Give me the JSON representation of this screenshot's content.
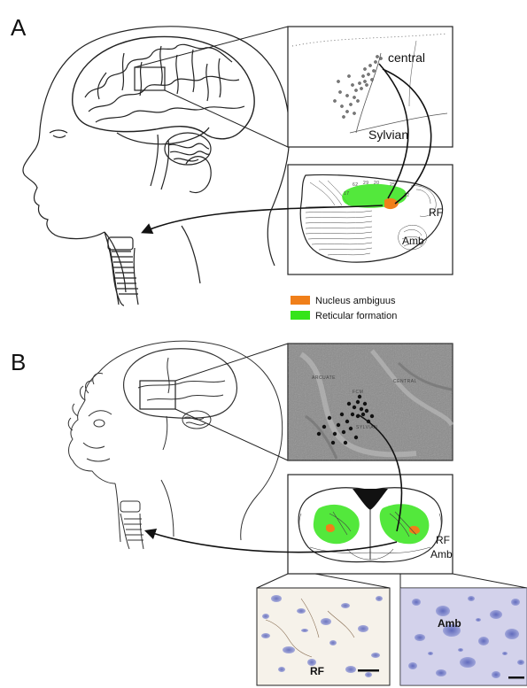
{
  "panels": [
    {
      "letter": "A"
    },
    {
      "letter": "B"
    }
  ],
  "labels_a": {
    "central": "central",
    "sylvian": "Sylvian",
    "rf": "RF",
    "amb": "Amb"
  },
  "labels_b": {
    "rf": "RF",
    "amb": "Amb",
    "arcuate": "ARCUATE",
    "central": "CENTRAL",
    "sylvian": "SYLVIAN",
    "fcm": "FCM"
  },
  "legend": [
    {
      "label": "Nucleus ambiguus",
      "color": "#f07f1a"
    },
    {
      "label": "Reticular formation",
      "color": "#35e41a"
    }
  ],
  "micrographs": [
    {
      "label": "RF"
    },
    {
      "label": "Amb"
    }
  ],
  "colors": {
    "reticular": "#35e41a",
    "ambiguus": "#f07f1a",
    "stain": "#7e86c8",
    "photo_bg": "#8a8a8a"
  }
}
